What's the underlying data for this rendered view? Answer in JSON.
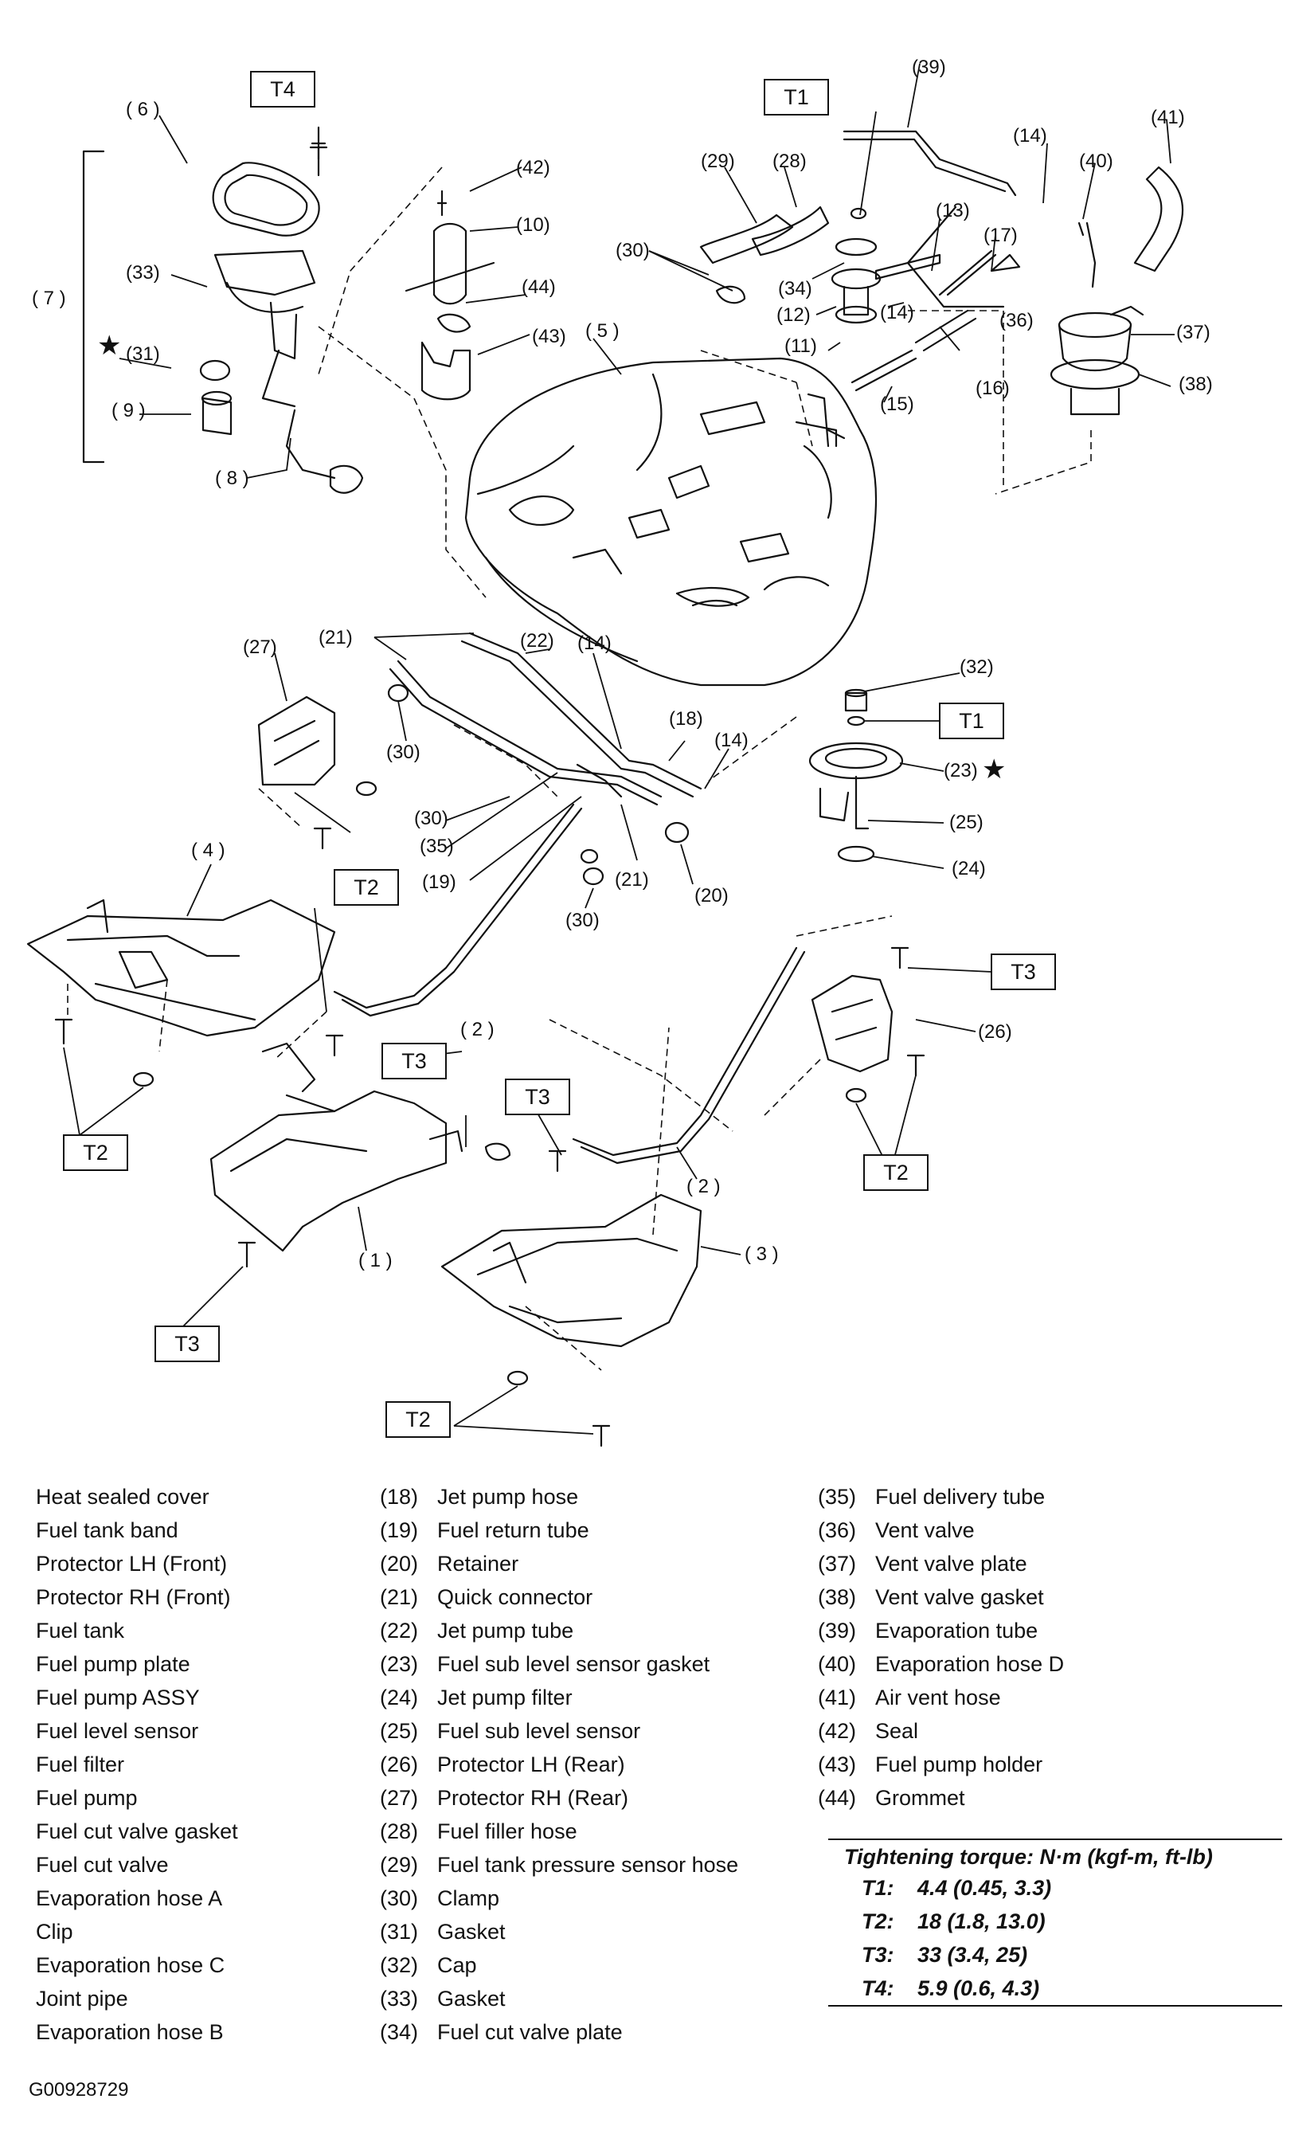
{
  "callouts": {
    "c1": "( 1 )",
    "c2a": "( 2 )",
    "c2b": "( 2 )",
    "c3": "( 3 )",
    "c4": "( 4 )",
    "c5": "( 5 )",
    "c6": "( 6 )",
    "c7": "( 7 )",
    "c8": "( 8 )",
    "c9": "( 9 )",
    "c10": "(10)",
    "c11": "(11)",
    "c12": "(12)",
    "c13": "(13)",
    "c14a": "(14)",
    "c14b": "(14)",
    "c14c": "(14)",
    "c14d": "(14)",
    "c15": "(15)",
    "c16": "(16)",
    "c17": "(17)",
    "c18": "(18)",
    "c19": "(19)",
    "c20": "(20)",
    "c21a": "(21)",
    "c21b": "(21)",
    "c22": "(22)",
    "c23": "(23)",
    "c24": "(24)",
    "c25": "(25)",
    "c26": "(26)",
    "c27": "(27)",
    "c28": "(28)",
    "c29": "(29)",
    "c30a": "(30)",
    "c30b": "(30)",
    "c30c": "(30)",
    "c30d": "(30)",
    "c31": "(31)",
    "c32": "(32)",
    "c33": "(33)",
    "c34": "(34)",
    "c35": "(35)",
    "c36": "(36)",
    "c37": "(37)",
    "c38": "(38)",
    "c39": "(39)",
    "c40": "(40)",
    "c41": "(41)",
    "c42": "(42)",
    "c43": "(43)",
    "c44": "(44)"
  },
  "torque_tags": {
    "t1": "T1",
    "t2": "T2",
    "t3": "T3",
    "t4": "T4"
  },
  "star": "★",
  "legend": {
    "col_a": [
      {
        "label": "Heat sealed cover"
      },
      {
        "label": "Fuel tank band"
      },
      {
        "label": "Protector LH (Front)"
      },
      {
        "label": "Protector RH (Front)"
      },
      {
        "label": "Fuel tank"
      },
      {
        "label": "Fuel pump plate"
      },
      {
        "label": "Fuel pump ASSY"
      },
      {
        "label": "Fuel level sensor"
      },
      {
        "label": "Fuel filter"
      },
      {
        "label": "Fuel pump"
      },
      {
        "label": "Fuel cut valve gasket"
      },
      {
        "label": "Fuel cut valve"
      },
      {
        "label": "Evaporation hose A"
      },
      {
        "label": "Clip"
      },
      {
        "label": "Evaporation hose C"
      },
      {
        "label": "Joint pipe"
      },
      {
        "label": "Evaporation hose B"
      }
    ],
    "col_b": [
      {
        "num": "(18)",
        "label": "Jet pump hose"
      },
      {
        "num": "(19)",
        "label": "Fuel return tube"
      },
      {
        "num": "(20)",
        "label": "Retainer"
      },
      {
        "num": "(21)",
        "label": "Quick connector"
      },
      {
        "num": "(22)",
        "label": "Jet pump tube"
      },
      {
        "num": "(23)",
        "label": "Fuel sub level sensor gasket"
      },
      {
        "num": "(24)",
        "label": "Jet pump filter"
      },
      {
        "num": "(25)",
        "label": "Fuel sub level sensor"
      },
      {
        "num": "(26)",
        "label": "Protector LH (Rear)"
      },
      {
        "num": "(27)",
        "label": "Protector RH (Rear)"
      },
      {
        "num": "(28)",
        "label": "Fuel filler hose"
      },
      {
        "num": "(29)",
        "label": "Fuel tank pressure sensor hose"
      },
      {
        "num": "(30)",
        "label": "Clamp"
      },
      {
        "num": "(31)",
        "label": "Gasket"
      },
      {
        "num": "(32)",
        "label": "Cap"
      },
      {
        "num": "(33)",
        "label": "Gasket"
      },
      {
        "num": "(34)",
        "label": "Fuel cut valve plate"
      }
    ],
    "col_c": [
      {
        "num": "(35)",
        "label": "Fuel delivery tube"
      },
      {
        "num": "(36)",
        "label": "Vent valve"
      },
      {
        "num": "(37)",
        "label": "Vent valve plate"
      },
      {
        "num": "(38)",
        "label": "Vent valve gasket"
      },
      {
        "num": "(39)",
        "label": "Evaporation tube"
      },
      {
        "num": "(40)",
        "label": "Evaporation hose D"
      },
      {
        "num": "(41)",
        "label": "Air vent hose"
      },
      {
        "num": "(42)",
        "label": "Seal"
      },
      {
        "num": "(43)",
        "label": "Fuel pump holder"
      },
      {
        "num": "(44)",
        "label": "Grommet"
      }
    ]
  },
  "torque": {
    "header": "Tightening torque: N·m (kgf-m, ft-lb)",
    "rows": [
      {
        "key": "T1:",
        "value": "4.4 (0.45, 3.3)"
      },
      {
        "key": "T2:",
        "value": "18 (1.8, 13.0)"
      },
      {
        "key": "T3:",
        "value": "33 (3.4, 25)"
      },
      {
        "key": "T4:",
        "value": "5.9 (0.6, 4.3)"
      }
    ]
  },
  "figure_id": "G00928729"
}
